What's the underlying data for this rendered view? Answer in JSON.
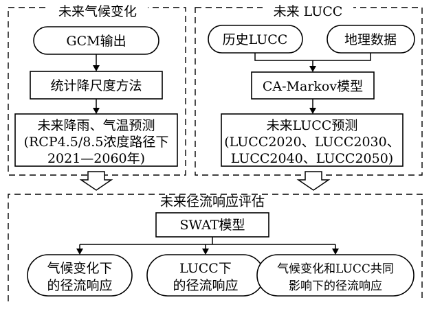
{
  "left_panel": {
    "title": "未来气候变化",
    "gcm": "GCM输出",
    "downscale": "统计降尺度方法",
    "forecast_line1": "未来降雨、气温预测",
    "forecast_line2": "(RCP4.5/8.5浓度路径下",
    "forecast_line3": "2021—2060年)"
  },
  "right_panel": {
    "title": "未来 LUCC",
    "history": "历史LUCC",
    "geo": "地理数据",
    "model": "CA-Markov模型",
    "forecast_line1": "未来LUCC预测",
    "forecast_line2": "(LUCC2020、LUCC2030、",
    "forecast_line3": "LUCC2040、LUCC2050)"
  },
  "bottom_panel": {
    "title": "未来径流响应评估",
    "swat": "SWAT模型",
    "out1_line1": "气候变化下",
    "out1_line2": "的径流响应",
    "out2_line1": "LUCC下",
    "out2_line2": "的径流响应",
    "out3_line1": "气候变化和LUCC共同",
    "out3_line2": "影响下的径流响应"
  }
}
